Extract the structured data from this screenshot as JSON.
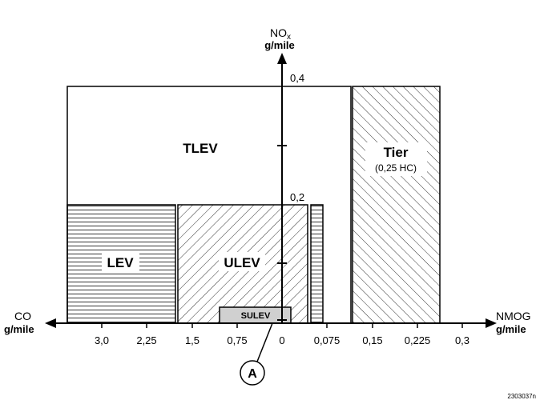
{
  "axes": {
    "y_label_line1": "NO",
    "y_label_sub": "x",
    "y_label_line2": "g/mile",
    "left_label_line1": "CO",
    "left_label_line2": "g/mile",
    "right_label_line1": "NMOG",
    "right_label_line2": "g/mile",
    "y_ticks": [
      "0,4",
      "0,2"
    ],
    "co_ticks": [
      "3,0",
      "2,25",
      "1,5",
      "0,75"
    ],
    "zero_label": "0",
    "nmog_ticks": [
      "0,075",
      "0,15",
      "0,225",
      "0,3"
    ]
  },
  "regions": {
    "tlev": "TLEV",
    "lev": "LEV",
    "ulev": "ULEV",
    "sulev": "SULEV",
    "tier": "Tier",
    "tier_sub": "(0,25 HC)"
  },
  "callout": "A",
  "figure_id": "2303037n"
}
